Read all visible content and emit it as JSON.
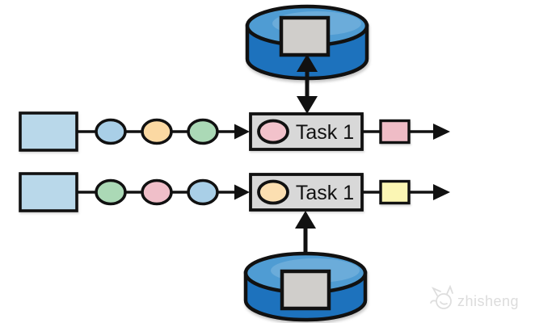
{
  "pipelines": [
    {
      "task_label": "Task 1",
      "source_color": "#b9d8ea",
      "event_colors": [
        "#a9cfe7",
        "#fbd9a3",
        "#abd9b6"
      ],
      "task_marker_color": "#f2c2cb",
      "output_color": "#efbcc6"
    },
    {
      "task_label": "Task 1",
      "source_color": "#b9d8ea",
      "event_colors": [
        "#abd9b6",
        "#f0bfc9",
        "#a9cfe7"
      ],
      "task_marker_color": "#fcdfb1",
      "output_color": "#fbf6b4"
    }
  ],
  "databases": [
    {
      "icon": "database-cylinder-icon",
      "position": "top",
      "top_color": "#4f9cd3",
      "body_color": "#1d72bd",
      "square_color": "#d0cecb"
    },
    {
      "icon": "database-cylinder-icon",
      "position": "bottom",
      "top_color": "#4f9cd3",
      "body_color": "#1d72bd",
      "square_color": "#d0cecb"
    }
  ],
  "colors": {
    "background": "#ffffff",
    "outline": "#111111",
    "task_box_fill": "#d8d8d8"
  },
  "watermark": {
    "icon": "zhisheng-logo-icon",
    "text": "zhisheng",
    "color": "#dcdcdc"
  }
}
